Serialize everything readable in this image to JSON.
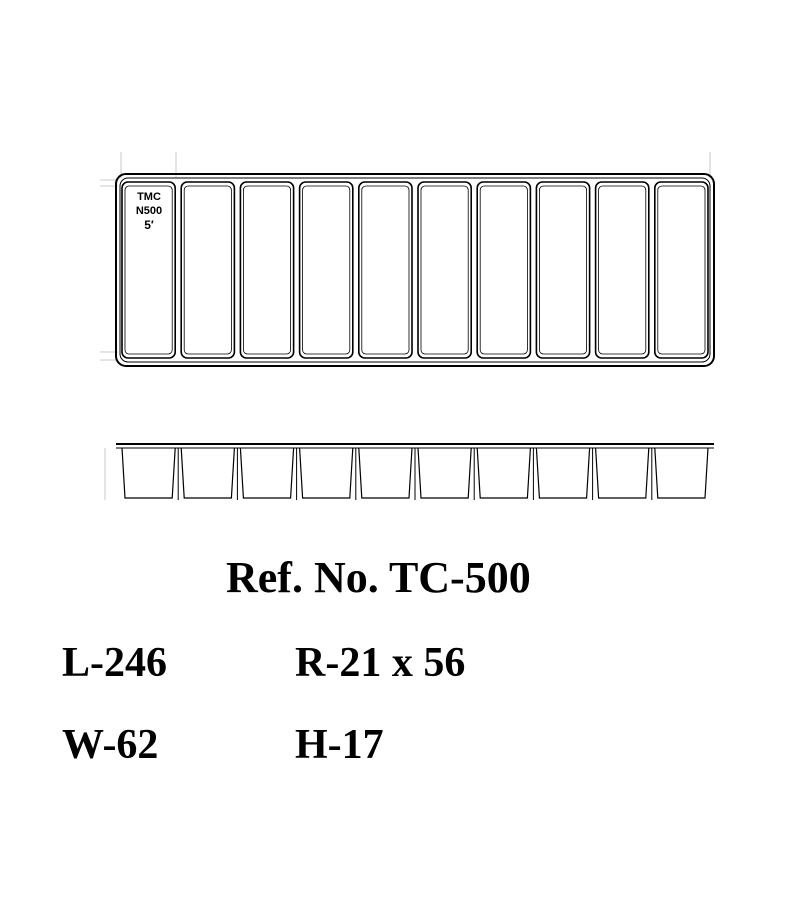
{
  "drawing": {
    "compartment_count": 10,
    "mark_lines": [
      "TMC",
      "N500",
      "5′"
    ]
  },
  "specs": {
    "ref": "Ref. No. TC-500",
    "length": "L-246",
    "recess": "R-21  x 56",
    "width": "W-62",
    "height": "H-17"
  }
}
